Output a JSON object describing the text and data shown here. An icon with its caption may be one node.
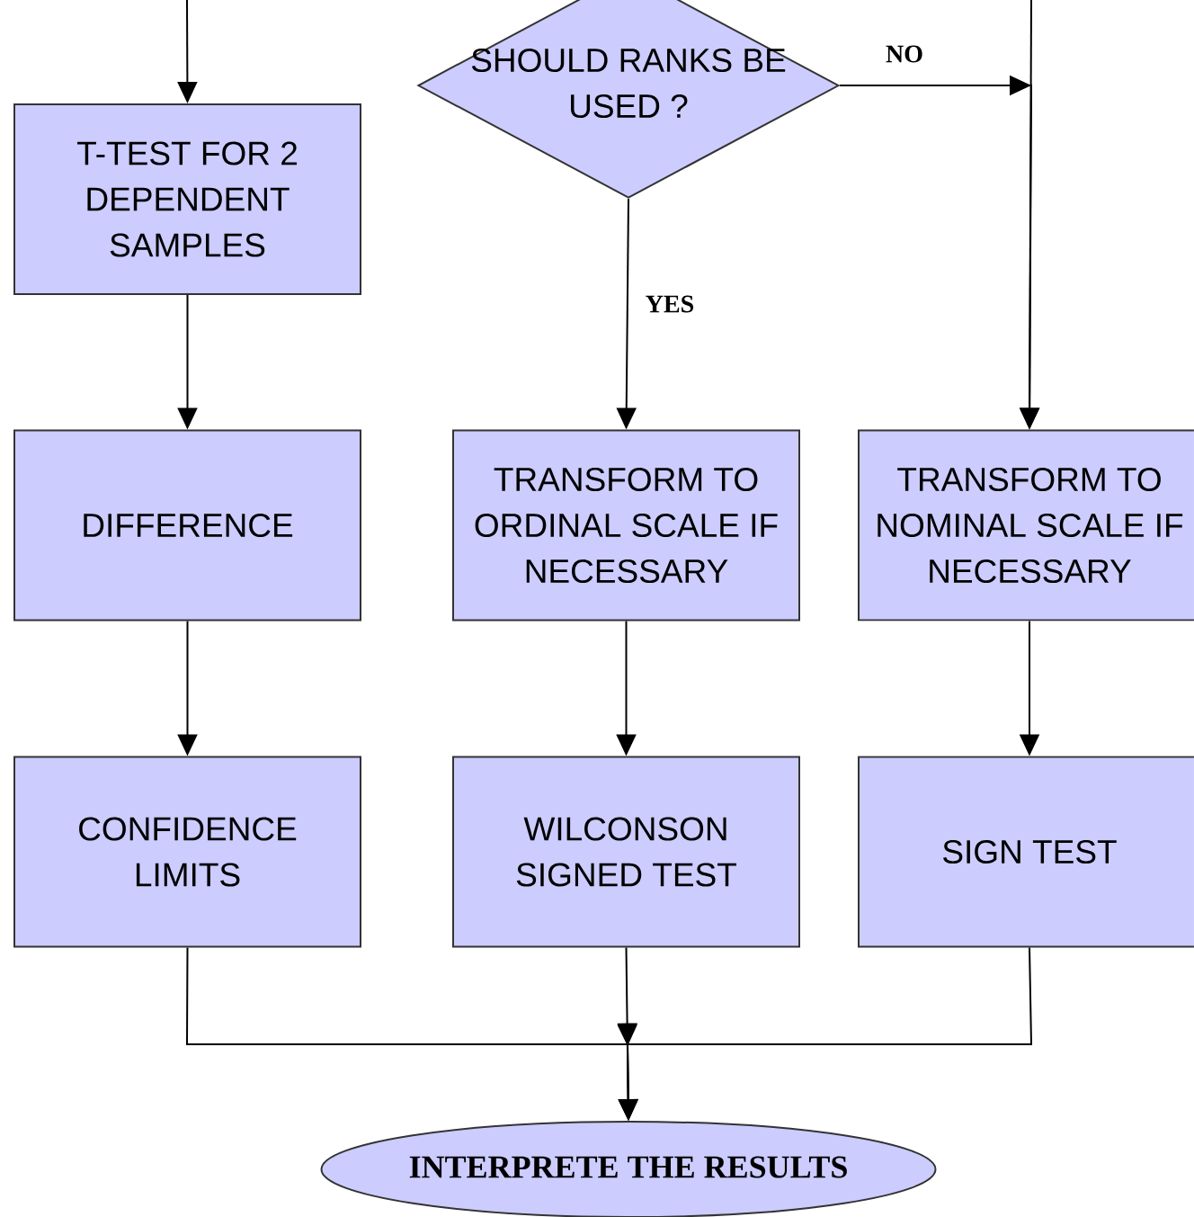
{
  "diagram": {
    "nodes": [
      {
        "text": [
          "T-TEST FOR 2 DEPENDENT SAMPLES"
        ]
      },
      {
        "text": [
          "SHOULD RANKS BE USED ?"
        ]
      },
      {
        "text": [
          "DIFFERENCE"
        ]
      },
      {
        "text": [
          "TRANSFORM TO ORDINAL SCALE IF NECESSARY"
        ]
      },
      {
        "text": [
          "TRANSFORM TO NOMINAL SCALE IF NECESSARY"
        ]
      },
      {
        "text": [
          "CONFIDENCE LIMITS"
        ]
      },
      {
        "text": [
          "WILCONSON SIGNED TEST"
        ]
      },
      {
        "text": [
          "SIGN TEST"
        ]
      },
      {
        "text": [
          "INTERPRETE THE RESULTS"
        ]
      }
    ],
    "edges": [
      {
        "from": null,
        "to": 0,
        "arrow": "to"
      },
      {
        "from": 1,
        "to": 4,
        "arrow": "to",
        "label": "NO"
      },
      {
        "from": null,
        "to": 4,
        "arrow": "to"
      },
      {
        "from": 1,
        "to": 3,
        "arrow": "to",
        "label": "YES"
      },
      {
        "from": 0,
        "to": 2,
        "arrow": "to"
      },
      {
        "from": 2,
        "to": 5,
        "arrow": "to"
      },
      {
        "from": 3,
        "to": 6,
        "arrow": "to"
      },
      {
        "from": 4,
        "to": 7,
        "arrow": "to"
      },
      {
        "from": 5,
        "to": 8,
        "arrow": "to"
      },
      {
        "from": 6,
        "to": 8,
        "arrow": "to"
      },
      {
        "from": 7,
        "to": 8,
        "arrow": "to"
      }
    ]
  }
}
